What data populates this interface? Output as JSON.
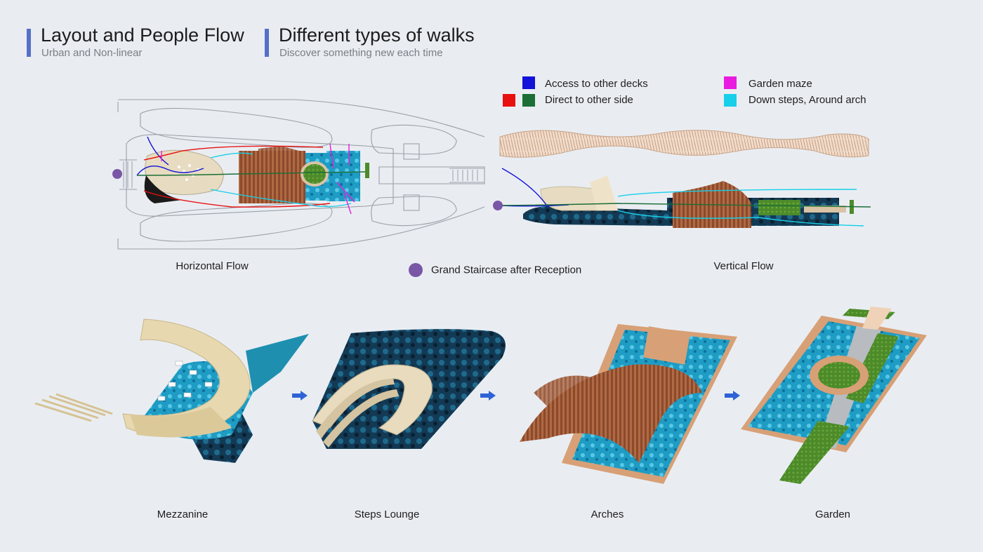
{
  "header_left": {
    "title": "Layout and People Flow",
    "subtitle": "Urban and Non-linear"
  },
  "header_right": {
    "title": "Different types of walks",
    "subtitle": "Discover something new each time"
  },
  "legend": {
    "access": {
      "label": "Access to other decks",
      "color": "#1212d8"
    },
    "direct": {
      "label": "Direct to other side",
      "color_a": "#e81010",
      "color_b": "#1c6e36"
    },
    "maze": {
      "label": "Garden maze",
      "color": "#e81ce0"
    },
    "steps": {
      "label": "Down steps, Around arch",
      "color": "#17cfe8"
    }
  },
  "flows": {
    "horizontal_label": "Horizontal Flow",
    "vertical_label": "Vertical Flow",
    "grand_staircase": {
      "label": "Grand Staircase after Reception",
      "color": "#7a57a6"
    }
  },
  "stages": {
    "mezzanine": "Mezzanine",
    "steps_lounge": "Steps Lounge",
    "arches": "Arches",
    "garden": "Garden"
  },
  "accent_color": "#5570c6",
  "arrow_color": "#2e62d6"
}
